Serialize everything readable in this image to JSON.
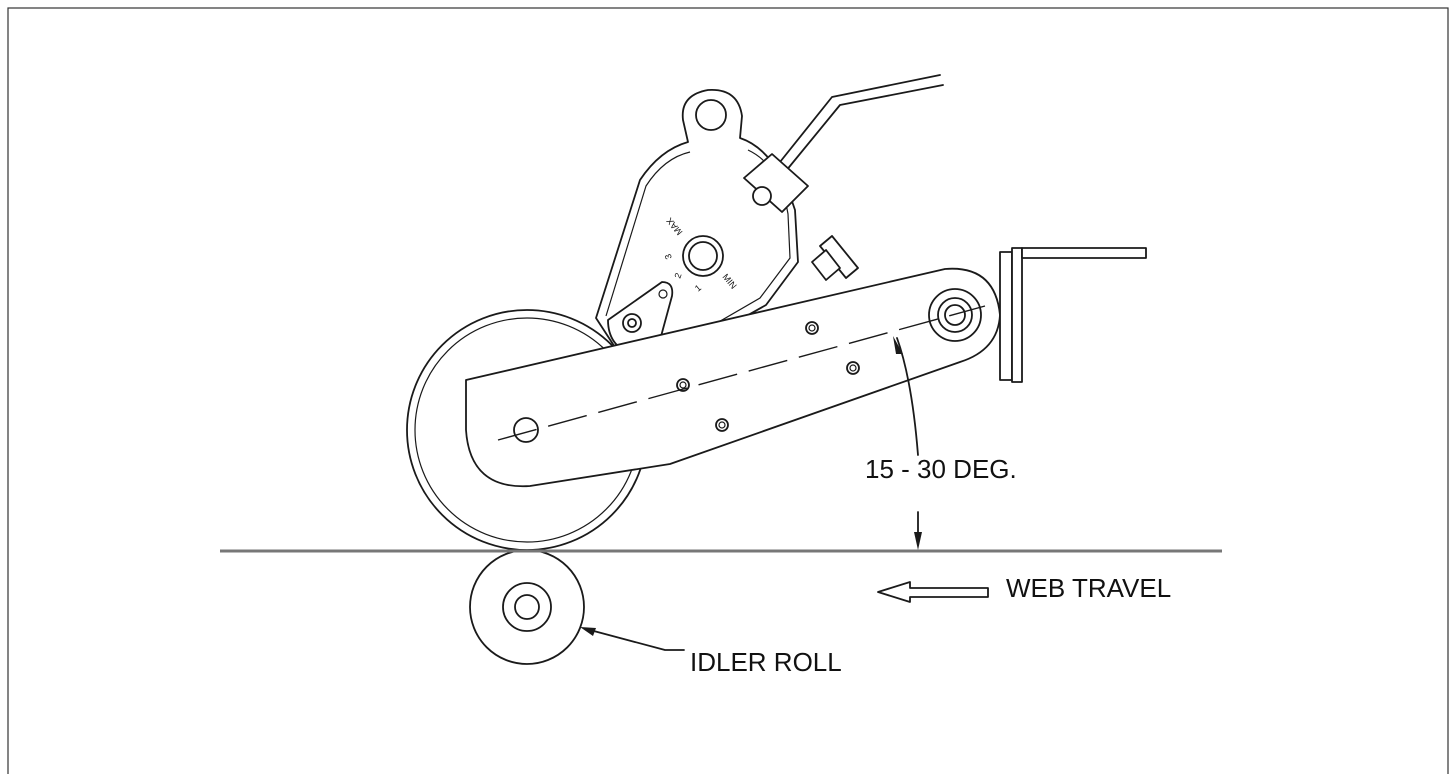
{
  "labels": {
    "angle": "15 - 30 DEG.",
    "web_travel": "WEB TRAVEL",
    "idler_roll": "IDLER ROLL"
  },
  "dial_marks": {
    "max": "MAX",
    "three": "3",
    "two": "2",
    "one": "1",
    "min": "MIN"
  },
  "colors": {
    "line": "#1a1a1a",
    "web": "#777777",
    "background": "#ffffff"
  }
}
